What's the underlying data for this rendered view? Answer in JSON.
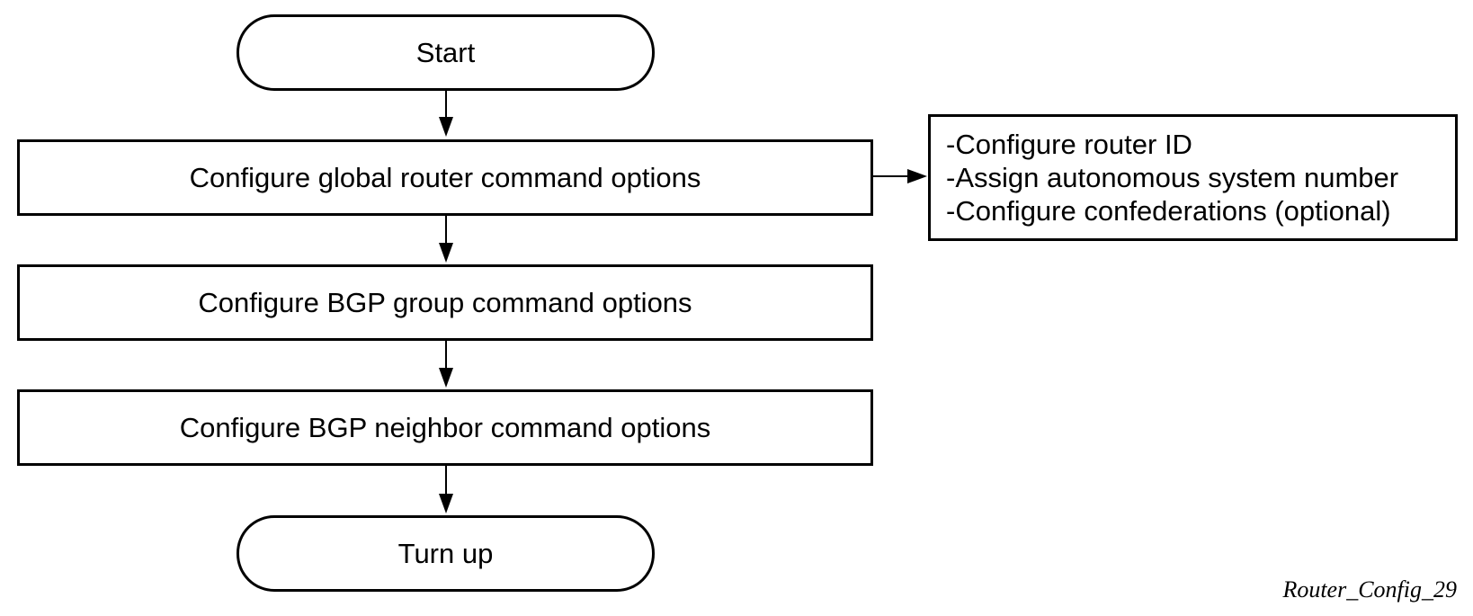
{
  "flowchart": {
    "start_label": "Start",
    "step_global_label": "Configure global router command options",
    "step_group_label": "Configure BGP group command options",
    "step_neighbor_label": "Configure BGP neighbor command options",
    "end_label": "Turn up"
  },
  "side_note": {
    "lines": [
      "-Configure router ID",
      "-Assign autonomous system number",
      "-Configure confederations (optional)"
    ]
  },
  "figure_id": "Router_Config_29",
  "colors": {
    "stroke": "#000000",
    "background": "#ffffff"
  }
}
